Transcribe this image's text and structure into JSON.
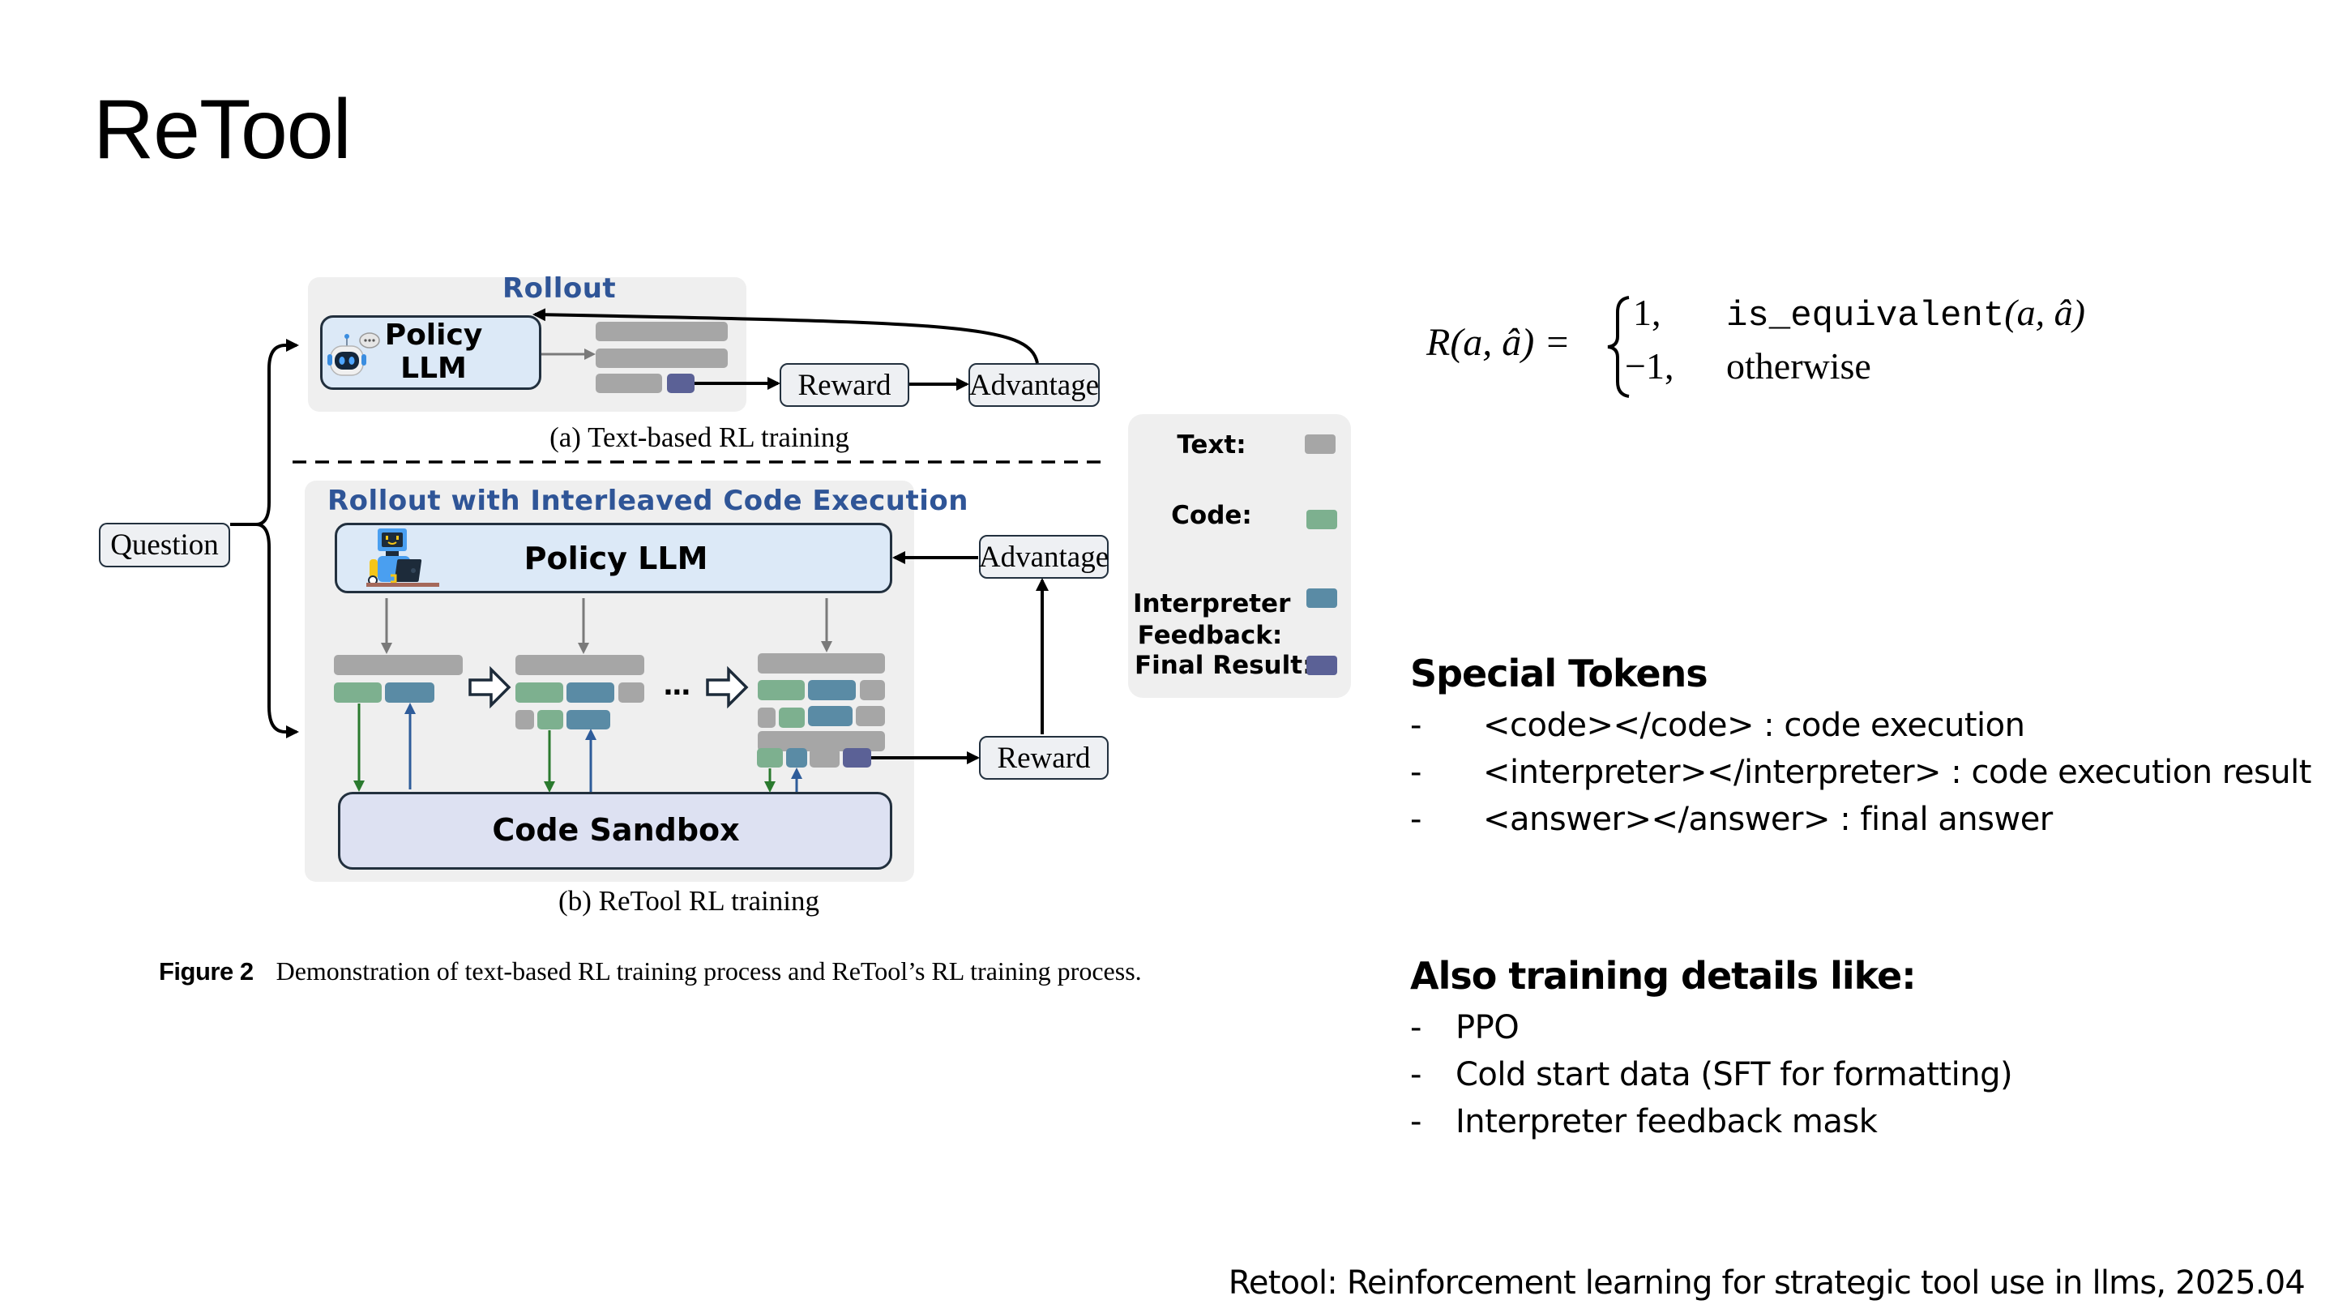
{
  "slide": {
    "title": "ReTool"
  },
  "figure": {
    "panel_a": {
      "title": "Rollout",
      "policy_llm_line1": "Policy",
      "policy_llm_line2": "LLM",
      "reward_label": "Reward",
      "advantage_label": "Advantage",
      "caption": "(a) Text-based RL training"
    },
    "question_label": "Question",
    "panel_b": {
      "title": "Rollout with Interleaved Code Execution",
      "policy_llm": "Policy LLM",
      "sandbox_label": "Code Sandbox",
      "ellipsis": "...",
      "reward_label": "Reward",
      "advantage_label": "Advantage",
      "caption": "(b) ReTool RL training"
    },
    "legend": {
      "items": [
        {
          "label": "Text:",
          "color": "#a6a6a6"
        },
        {
          "label": "Code:",
          "color": "#7db08f"
        },
        {
          "label": "Interpreter\nFeedback:",
          "color": "#5a8ba5"
        },
        {
          "label": "Final Result:",
          "color": "#5b6196"
        }
      ]
    },
    "caption_label": "Figure 2",
    "caption_text": "Demonstration of text-based RL training process and ReTool’s RL training process."
  },
  "formula": {
    "lhs": "R(a, â) =",
    "case1_value": "1,",
    "case1_condition_fn": "is_equivalent",
    "case1_condition_args": "(a, â)",
    "case2_value": "−1,",
    "case2_condition": "otherwise"
  },
  "special_tokens": {
    "heading": "Special Tokens",
    "bullet": "-",
    "items": [
      "<code></code> : code execution",
      "<interpreter></interpreter> : code execution result",
      "<answer></answer> : final answer"
    ]
  },
  "training_details": {
    "heading": "Also training details like:",
    "bullet": "-",
    "items": [
      "PPO",
      "Cold start data (SFT for formatting)",
      "Interpreter feedback mask"
    ]
  },
  "footer": {
    "reference": "Retool: Reinforcement learning for strategic tool use in llms, 2025.04"
  },
  "colors": {
    "text_token": "#a6a6a6",
    "code_token": "#7db08f",
    "feedback_token": "#5a8ba5",
    "final_token": "#5b6196",
    "panel_title": "#2f5597"
  }
}
